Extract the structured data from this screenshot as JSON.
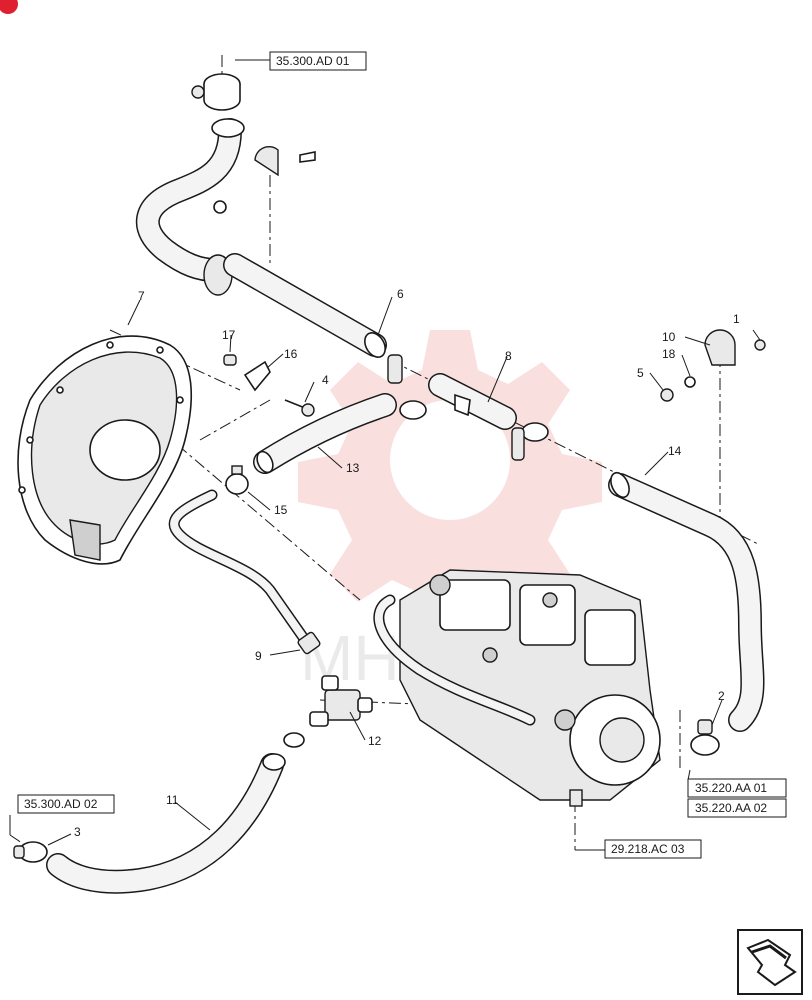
{
  "references": {
    "ref_top": "35.300.AD 01",
    "ref_left": "35.300.AD 02",
    "ref_right_1": "35.220.AA 01",
    "ref_right_2": "35.220.AA 02",
    "ref_bottom": "29.218.AC 03"
  },
  "callouts": {
    "n1": "1",
    "n2": "2",
    "n3": "3",
    "n4": "4",
    "n5": "5",
    "n6": "6",
    "n7": "7",
    "n8": "8",
    "n9": "9",
    "n10": "10",
    "n11": "11",
    "n12": "12",
    "n13": "13",
    "n14": "14",
    "n15": "15",
    "n16": "16",
    "n17": "17",
    "n18": "18"
  },
  "watermark": {
    "color": "#e23a3a",
    "text": "MH"
  },
  "icons": {
    "orientation": "front-direction-arrow-icon",
    "corner_badge": "brand-badge-icon"
  }
}
